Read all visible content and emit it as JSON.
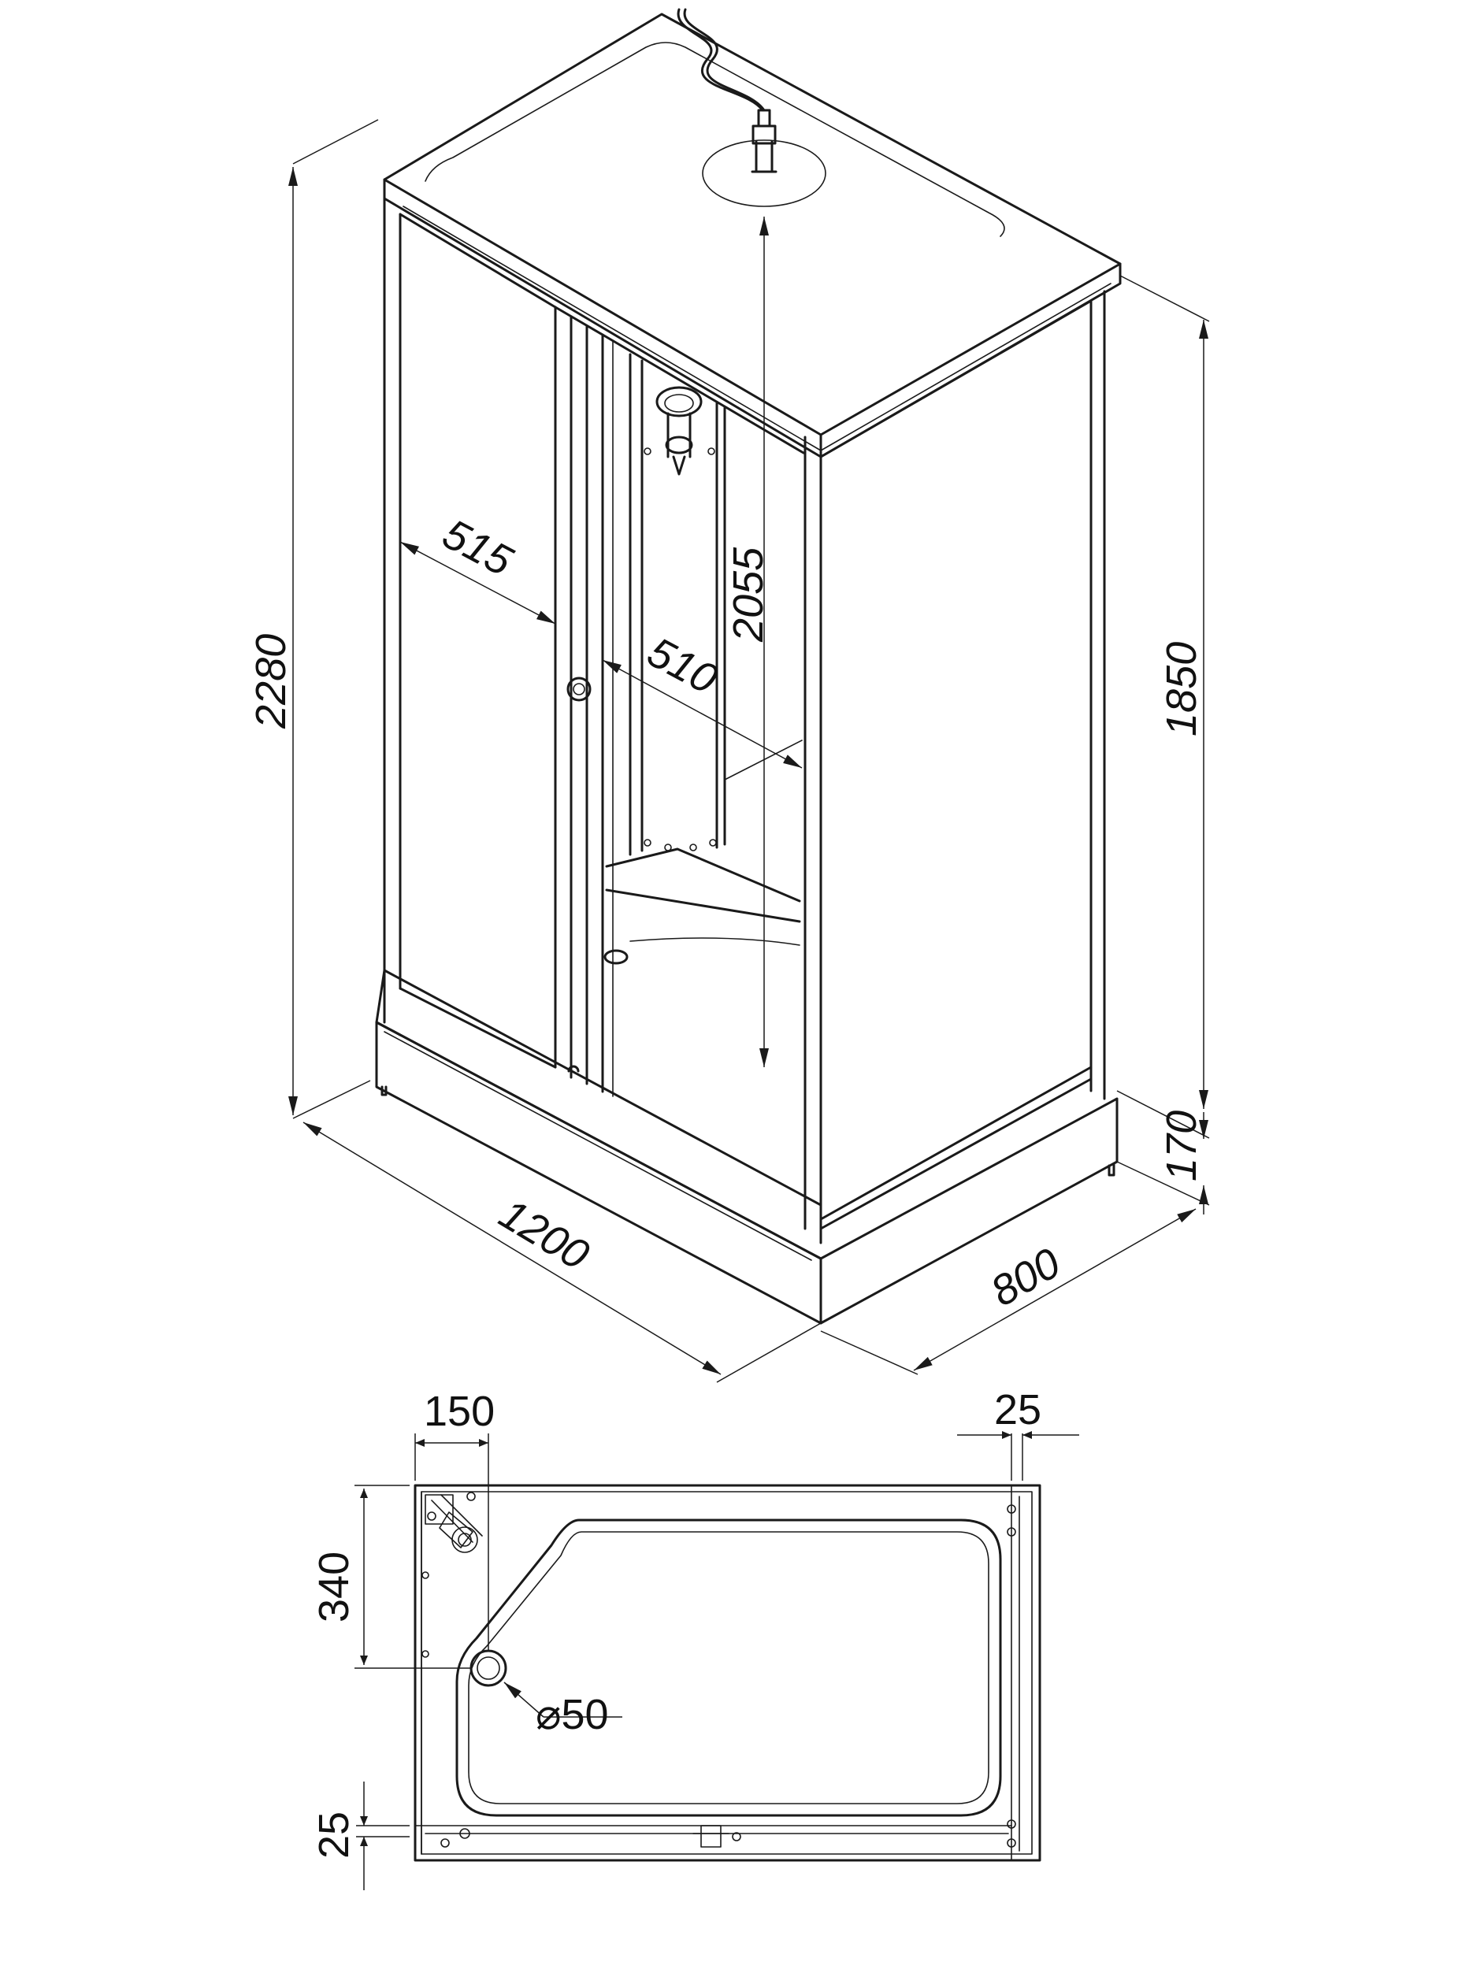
{
  "dimensions": {
    "total_height": "2280",
    "cabin_height": "1850",
    "tray_height": "170",
    "inner_height": "2055",
    "door_width": "515",
    "inner_width": "510",
    "length": "1200",
    "depth": "800",
    "drain_offset_x": "150",
    "drain_offset_y": "340",
    "drain_diameter": "⌀50",
    "rim_right": "25",
    "rim_bottom": "25"
  },
  "colors": {
    "line": "#1a1a1a",
    "background": "#ffffff"
  }
}
